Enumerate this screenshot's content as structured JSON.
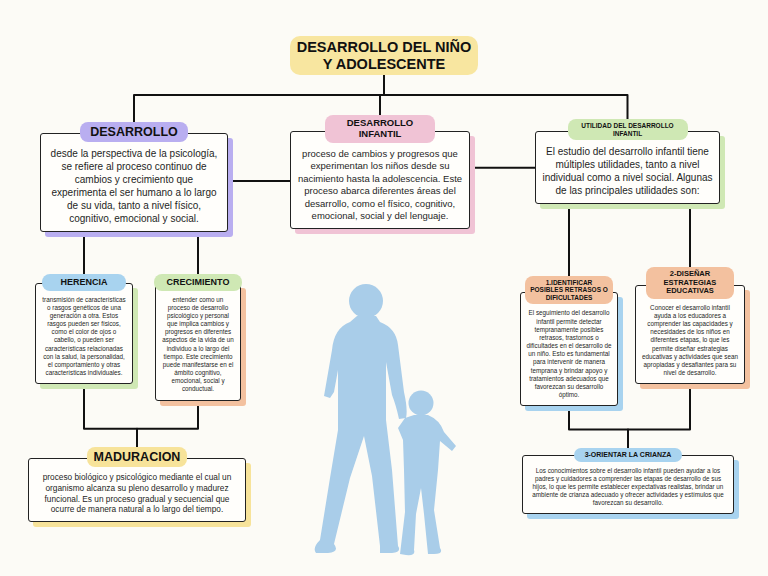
{
  "diagram": {
    "nodes": [
      {
        "text": [
          "DESARROLLO DEL NIÑO Y ADOLESCENTE"
        ]
      },
      {
        "text": [
          "DESARROLLO",
          "desde la perspectiva de la psicología, se refiere al proceso continuo de cambios y crecimiento que experimenta el ser humano a lo largo de su vida, tanto a nivel físico, cognitivo, emocional y social."
        ]
      },
      {
        "text": [
          "DESARROLLO INFANTIL",
          "proceso de cambios y progresos que experimentan los niños desde su nacimiento hasta la adolescencia. Este proceso abarca diferentes áreas del desarrollo, como el físico, cognitivo, emocional, social y del lenguaje."
        ]
      },
      {
        "text": [
          "UTILIDAD DEL DESARROLLO INFANTIL",
          "El estudio del desarrollo infantil tiene múltiples utilidades, tanto a nivel individual como a nivel social. Algunas de las principales utilidades son:"
        ]
      },
      {
        "text": [
          "HERENCIA",
          "transmisión de características o rasgos genéticos de una generación a otra. Estos rasgos pueden ser físicos, como el color de ojos o cabello, o pueden ser características relacionadas con la salud, la personalidad, el comportamiento y otras características individuales."
        ]
      },
      {
        "text": [
          "CRECIMIENTO",
          "entender como un proceso de desarrollo psicológico y personal que implica cambios y progresos en diferentes aspectos de la vida de un individuo a lo largo del tiempo. Este crecimiento puede manifestarse en el ámbito cognitivo, emocional, social y conductual."
        ]
      },
      {
        "text": [
          "1.IDENTIFICAR POSIBLES RETRASOS O DIFICULTADES",
          "El seguimiento del desarrollo infantil permite detectar tempranamente posibles retrasos, trastornos o dificultades en el desarrollo de un niño. Esto es fundamental para intervenir de manera temprana y brindar apoyo y tratamientos adecuados que favorezcan su desarrollo óptimo."
        ]
      },
      {
        "text": [
          "2-DISEÑAR ESTRATEGIAS EDUCATIVAS",
          "Conocer el desarrollo infantil ayuda a los educadores a comprender las capacidades y necesidades de los niños en diferentes etapas, lo que les permite diseñar estrategias educativas y actividades que sean apropiadas y desafiantes para su nivel de desarrollo."
        ]
      },
      {
        "text": [
          "MADURACION",
          "proceso biológico y psicológico mediante el cual un organismo alcanza su pleno desarrollo y madurez funcional. Es un proceso gradual y secuencial que ocurre de manera natural a lo largo del tiempo."
        ]
      },
      {
        "text": [
          "3-ORIENTAR LA CRIANZA",
          "Los conocimientos sobre el desarrollo infantil pueden ayudar a los padres y cuidadores a comprender las etapas de desarrollo de sus hijos, lo que les permite establecer expectativas realistas, brindar un ambiente de crianza adecuado y ofrecer actividades y estímulos que favorezcan su desarrollo."
        ]
      }
    ],
    "edges": [
      {
        "from": 0,
        "to": 1,
        "arrow": "none"
      },
      {
        "from": 0,
        "to": 2,
        "arrow": "none"
      },
      {
        "from": 0,
        "to": 3,
        "arrow": "none"
      },
      {
        "from": 1,
        "to": 2,
        "arrow": "none"
      },
      {
        "from": 2,
        "to": 3,
        "arrow": "none"
      },
      {
        "from": 1,
        "to": 4,
        "arrow": "none"
      },
      {
        "from": 1,
        "to": 5,
        "arrow": "none"
      },
      {
        "from": 3,
        "to": 6,
        "arrow": "none"
      },
      {
        "from": 3,
        "to": 7,
        "arrow": "none"
      },
      {
        "from": 4,
        "to": 8,
        "arrow": "none"
      },
      {
        "from": 5,
        "to": 8,
        "arrow": "none"
      },
      {
        "from": 6,
        "to": 9,
        "arrow": "none"
      },
      {
        "from": 7,
        "to": 9,
        "arrow": "none"
      }
    ]
  }
}
